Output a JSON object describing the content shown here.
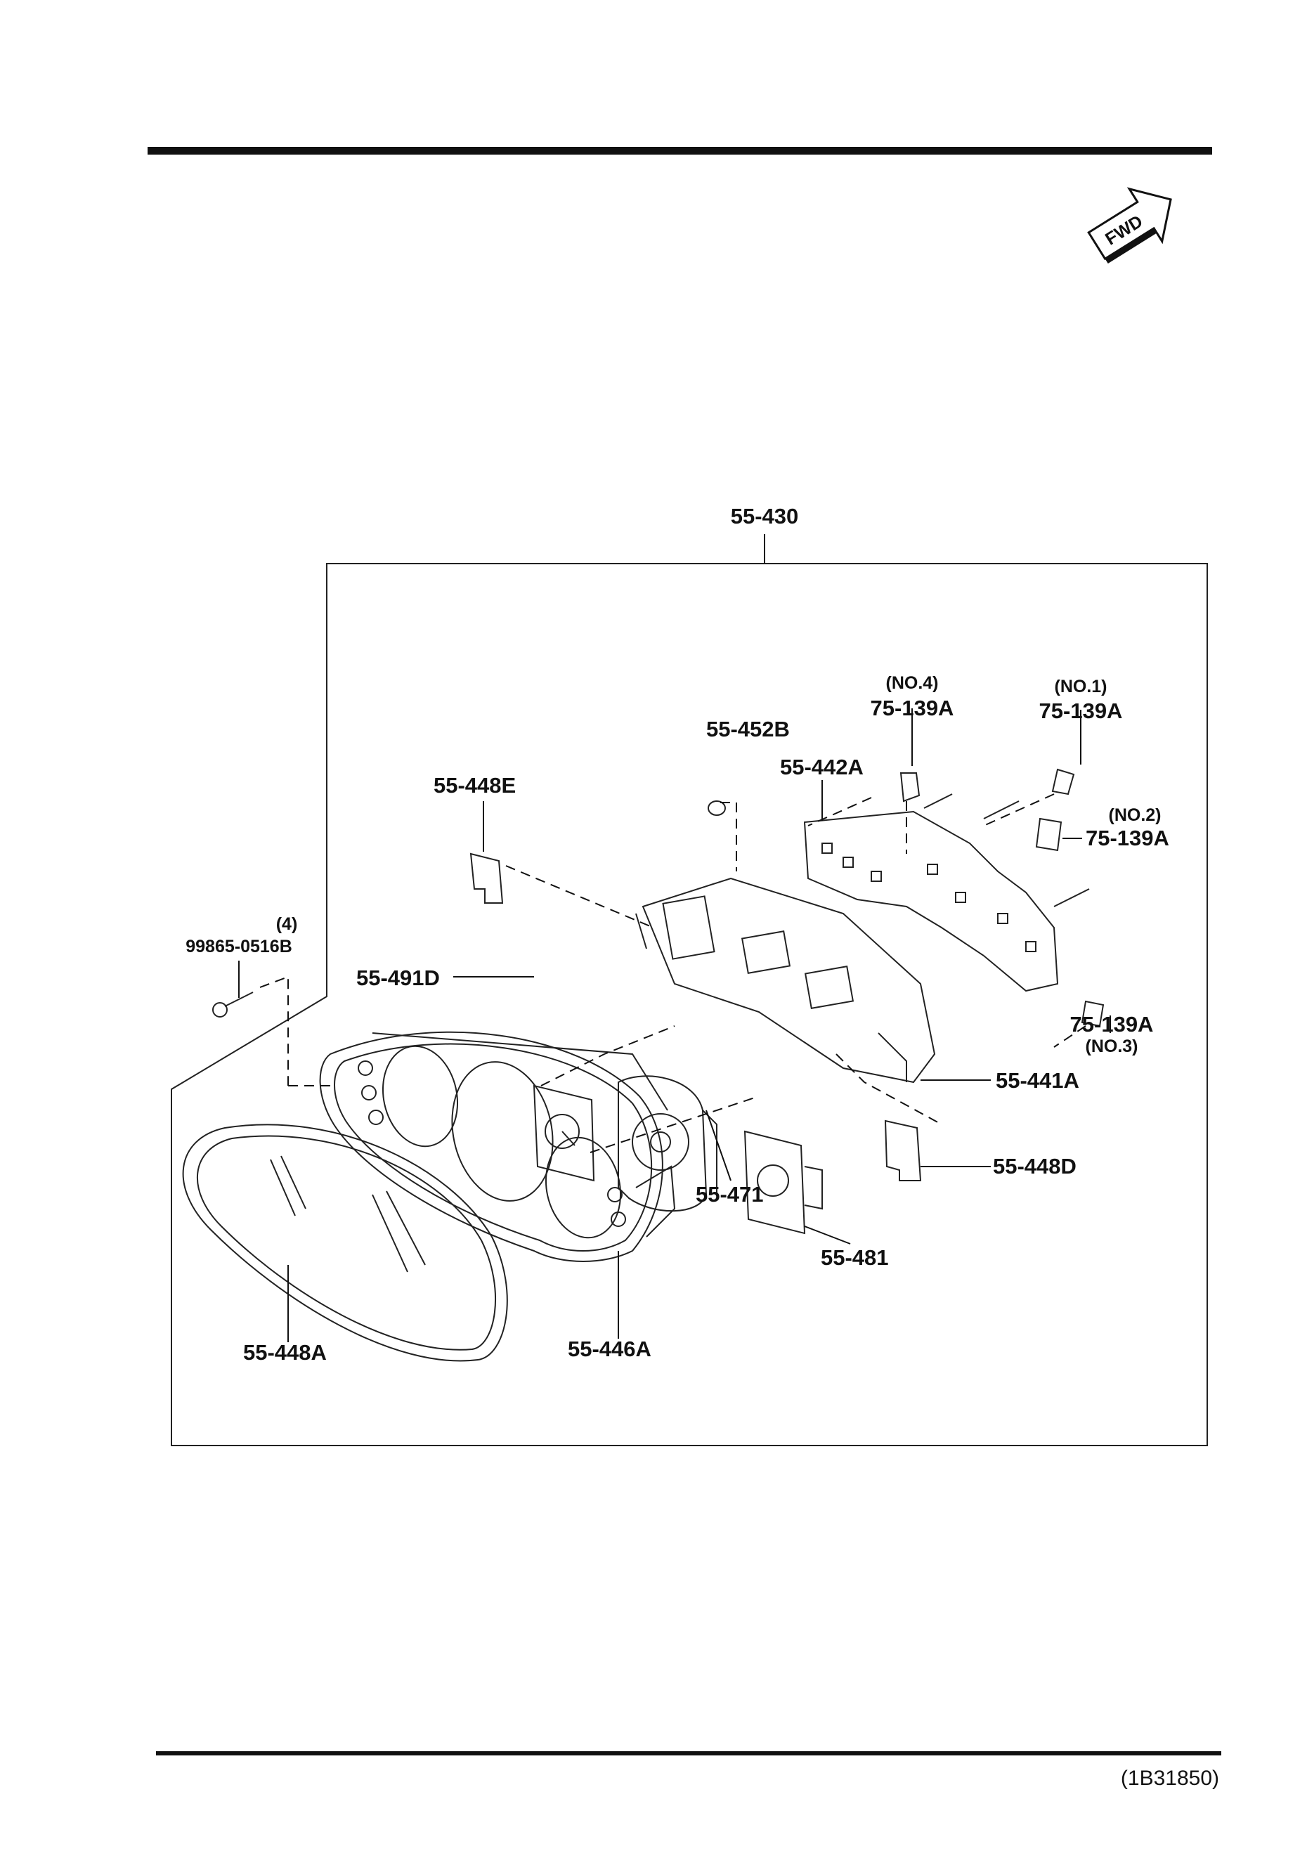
{
  "diagram": {
    "fwd_label": "FWD",
    "assembly_label": "55-430",
    "doc_code": "(1B31850)",
    "parts": {
      "p_452B": "55-452B",
      "p_442A": "55-442A",
      "p_448E": "55-448E",
      "p_139A_no4_tag": "(NO.4)",
      "p_139A_no4": "75-139A",
      "p_139A_no1_tag": "(NO.1)",
      "p_139A_no1": "75-139A",
      "p_139A_no2_tag": "(NO.2)",
      "p_139A_no2": "75-139A",
      "p_139A_no3": "75-139A",
      "p_139A_no3_tag": "(NO.3)",
      "screw_qty": "(4)",
      "screw_code": "99865-0516B",
      "p_491D": "55-491D",
      "p_441A": "55-441A",
      "p_471": "55-471",
      "p_448D": "55-448D",
      "p_481": "55-481",
      "p_448A": "55-448A",
      "p_446A": "55-446A"
    }
  }
}
